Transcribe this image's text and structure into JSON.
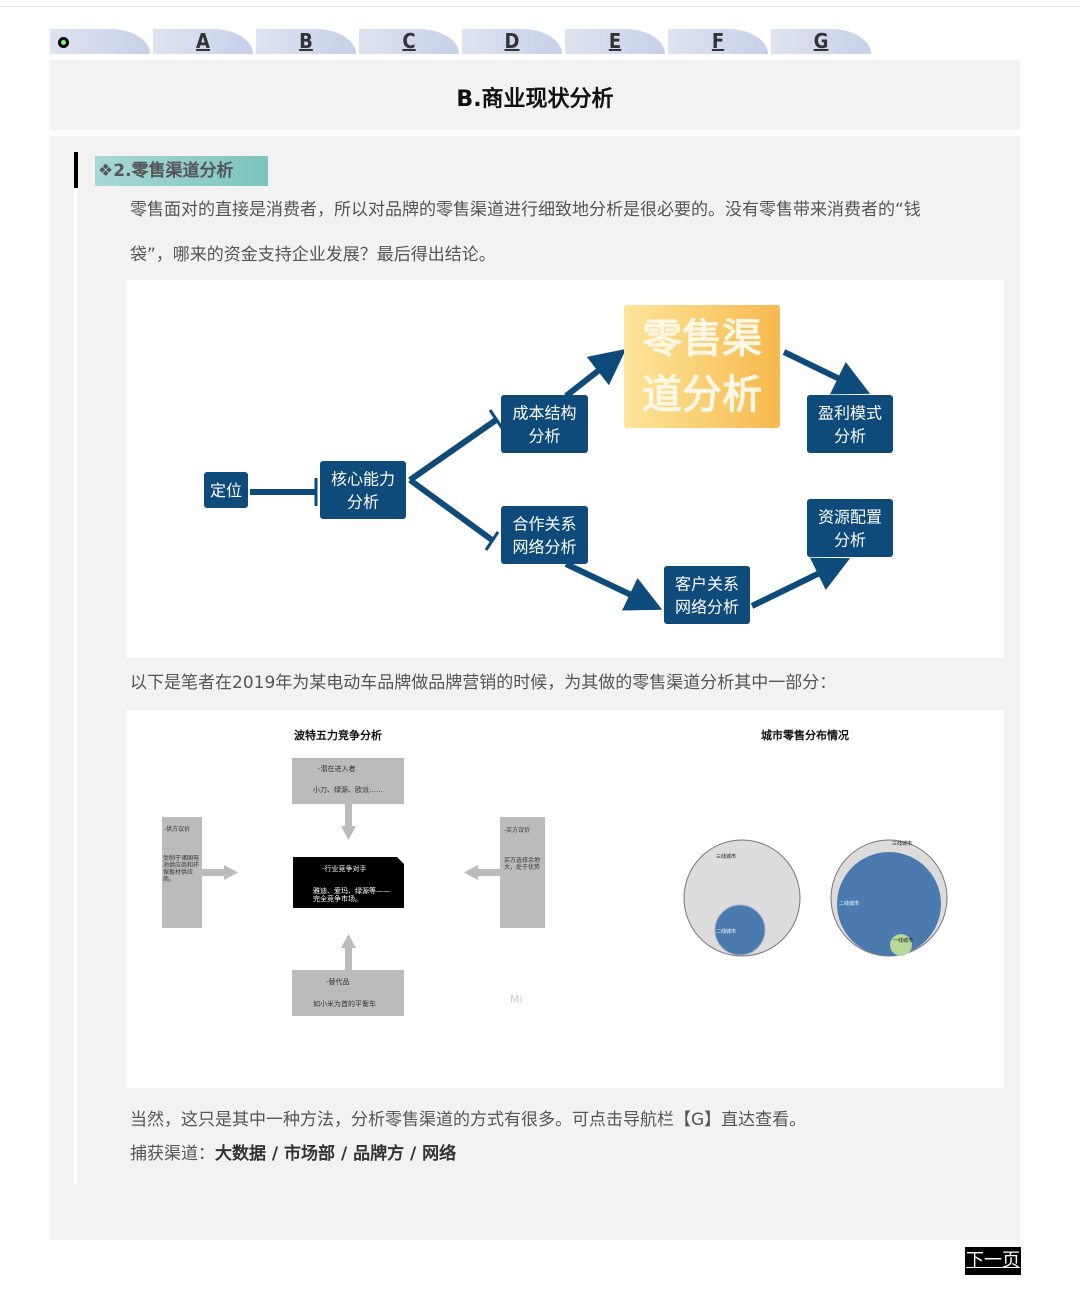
{
  "nav": {
    "tabs": [
      "A",
      "B",
      "C",
      "D",
      "E",
      "F",
      "G"
    ]
  },
  "header": {
    "title": "B.商业现状分析"
  },
  "section": {
    "title": "❖2.零售渠道分析",
    "intro_line1": "零售面对的直接是消费者，所以对品牌的零售渠道进行细致地分析是很必要的。没有零售带来消费者的“钱",
    "intro_line2": "袋”，哪来的资金支持企业发展？最后得出结论。",
    "caption": "以下是笔者在2019年为某电动车品牌做品牌营销的时候，为其做的零售渠道分析其中一部分：",
    "note": "当然，这只是其中一种方法，分析零售渠道的方式有很多。可点击导航栏【G】直达查看。",
    "source_label": "捕获渠道：",
    "sources": "大数据 / 市场部 / 品牌方 / 网络"
  },
  "flowchart": {
    "center": [
      "零售渠",
      "道分析"
    ],
    "nodes": {
      "position": [
        "定位"
      ],
      "core": [
        "核心能力",
        "分析"
      ],
      "cost": [
        "成本结构",
        "分析"
      ],
      "partner": [
        "合作关系",
        "网络分析"
      ],
      "customer": [
        "客户关系",
        "网络分析"
      ],
      "profit": [
        "盈利模式",
        "分析"
      ],
      "resource": [
        "资源配置",
        "分析"
      ]
    },
    "colors": {
      "node": "#0e4a7a",
      "center": "#f9c964"
    }
  },
  "figure2": {
    "porter": {
      "title": "波特五力竞争分析",
      "entrants": [
        "-潜在进入者",
        "小刀、绿源、欧派……"
      ],
      "rivals": [
        "-行业竞争对手",
        "雅迪、爱玛、绿源等——",
        "完全竞争市场。"
      ],
      "suppliers": [
        "-供方议价",
        "受制于诸国电池供应商和环保板材供应商。"
      ],
      "buyers": [
        "-买方议价",
        "买方选择余地大，处于优势"
      ],
      "substitutes": [
        "-替代品",
        "如小米为首的平衡车"
      ]
    },
    "city": {
      "title": "城市零售分布情况",
      "labels": [
        "三线城市",
        "二线城市",
        "一线城市"
      ],
      "colors": {
        "outer": "#dcdcdc",
        "tier2": "#4a7aae",
        "tier1": "#b9d99a"
      }
    },
    "watermark": "Mi"
  },
  "footer": {
    "next": "下一页"
  }
}
